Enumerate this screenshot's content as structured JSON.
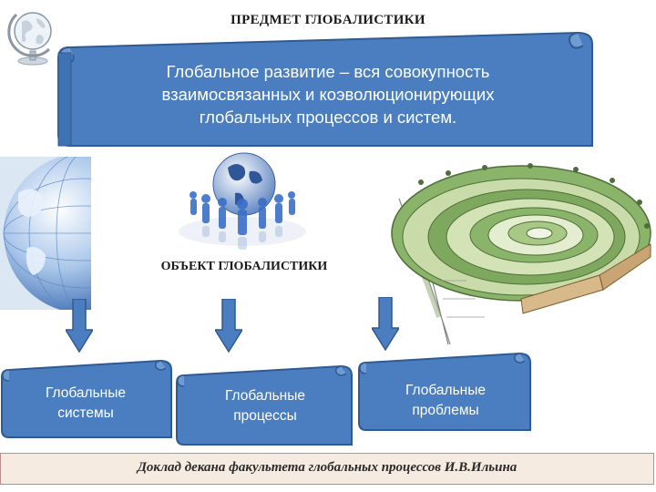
{
  "title": "ПРЕДМЕТ ГЛОБАЛИСТИКИ",
  "definition": {
    "line1": "Глобальное развитие – вся совокупность",
    "line2": "взаимосвязанных и коэволюционирующих",
    "line3": "глобальных процессов и систем."
  },
  "object_label": "ОБЪЕКТ ГЛОБАЛИСТИКИ",
  "boxes": {
    "systems": {
      "line1": "Глобальные",
      "line2": "системы"
    },
    "processes": {
      "line1": "Глобальные",
      "line2": "процессы"
    },
    "problems": {
      "line1": "Глобальные",
      "line2": "проблемы"
    }
  },
  "footer": "Доклад  декана факультета глобальных процессов И.В.Ильина",
  "icons": [
    "globe-icon",
    "globe-illustration",
    "people-globe-illustration",
    "geologic-time-spiral-illustration",
    "down-arrow-icon"
  ],
  "colors": {
    "scroll_fill": "#4a7ec0",
    "scroll_stroke": "#2f5a92",
    "arrow_fill": "#4a7ec0",
    "footer_bg": "#f6ebe0",
    "footer_border": "#c08b8b"
  }
}
